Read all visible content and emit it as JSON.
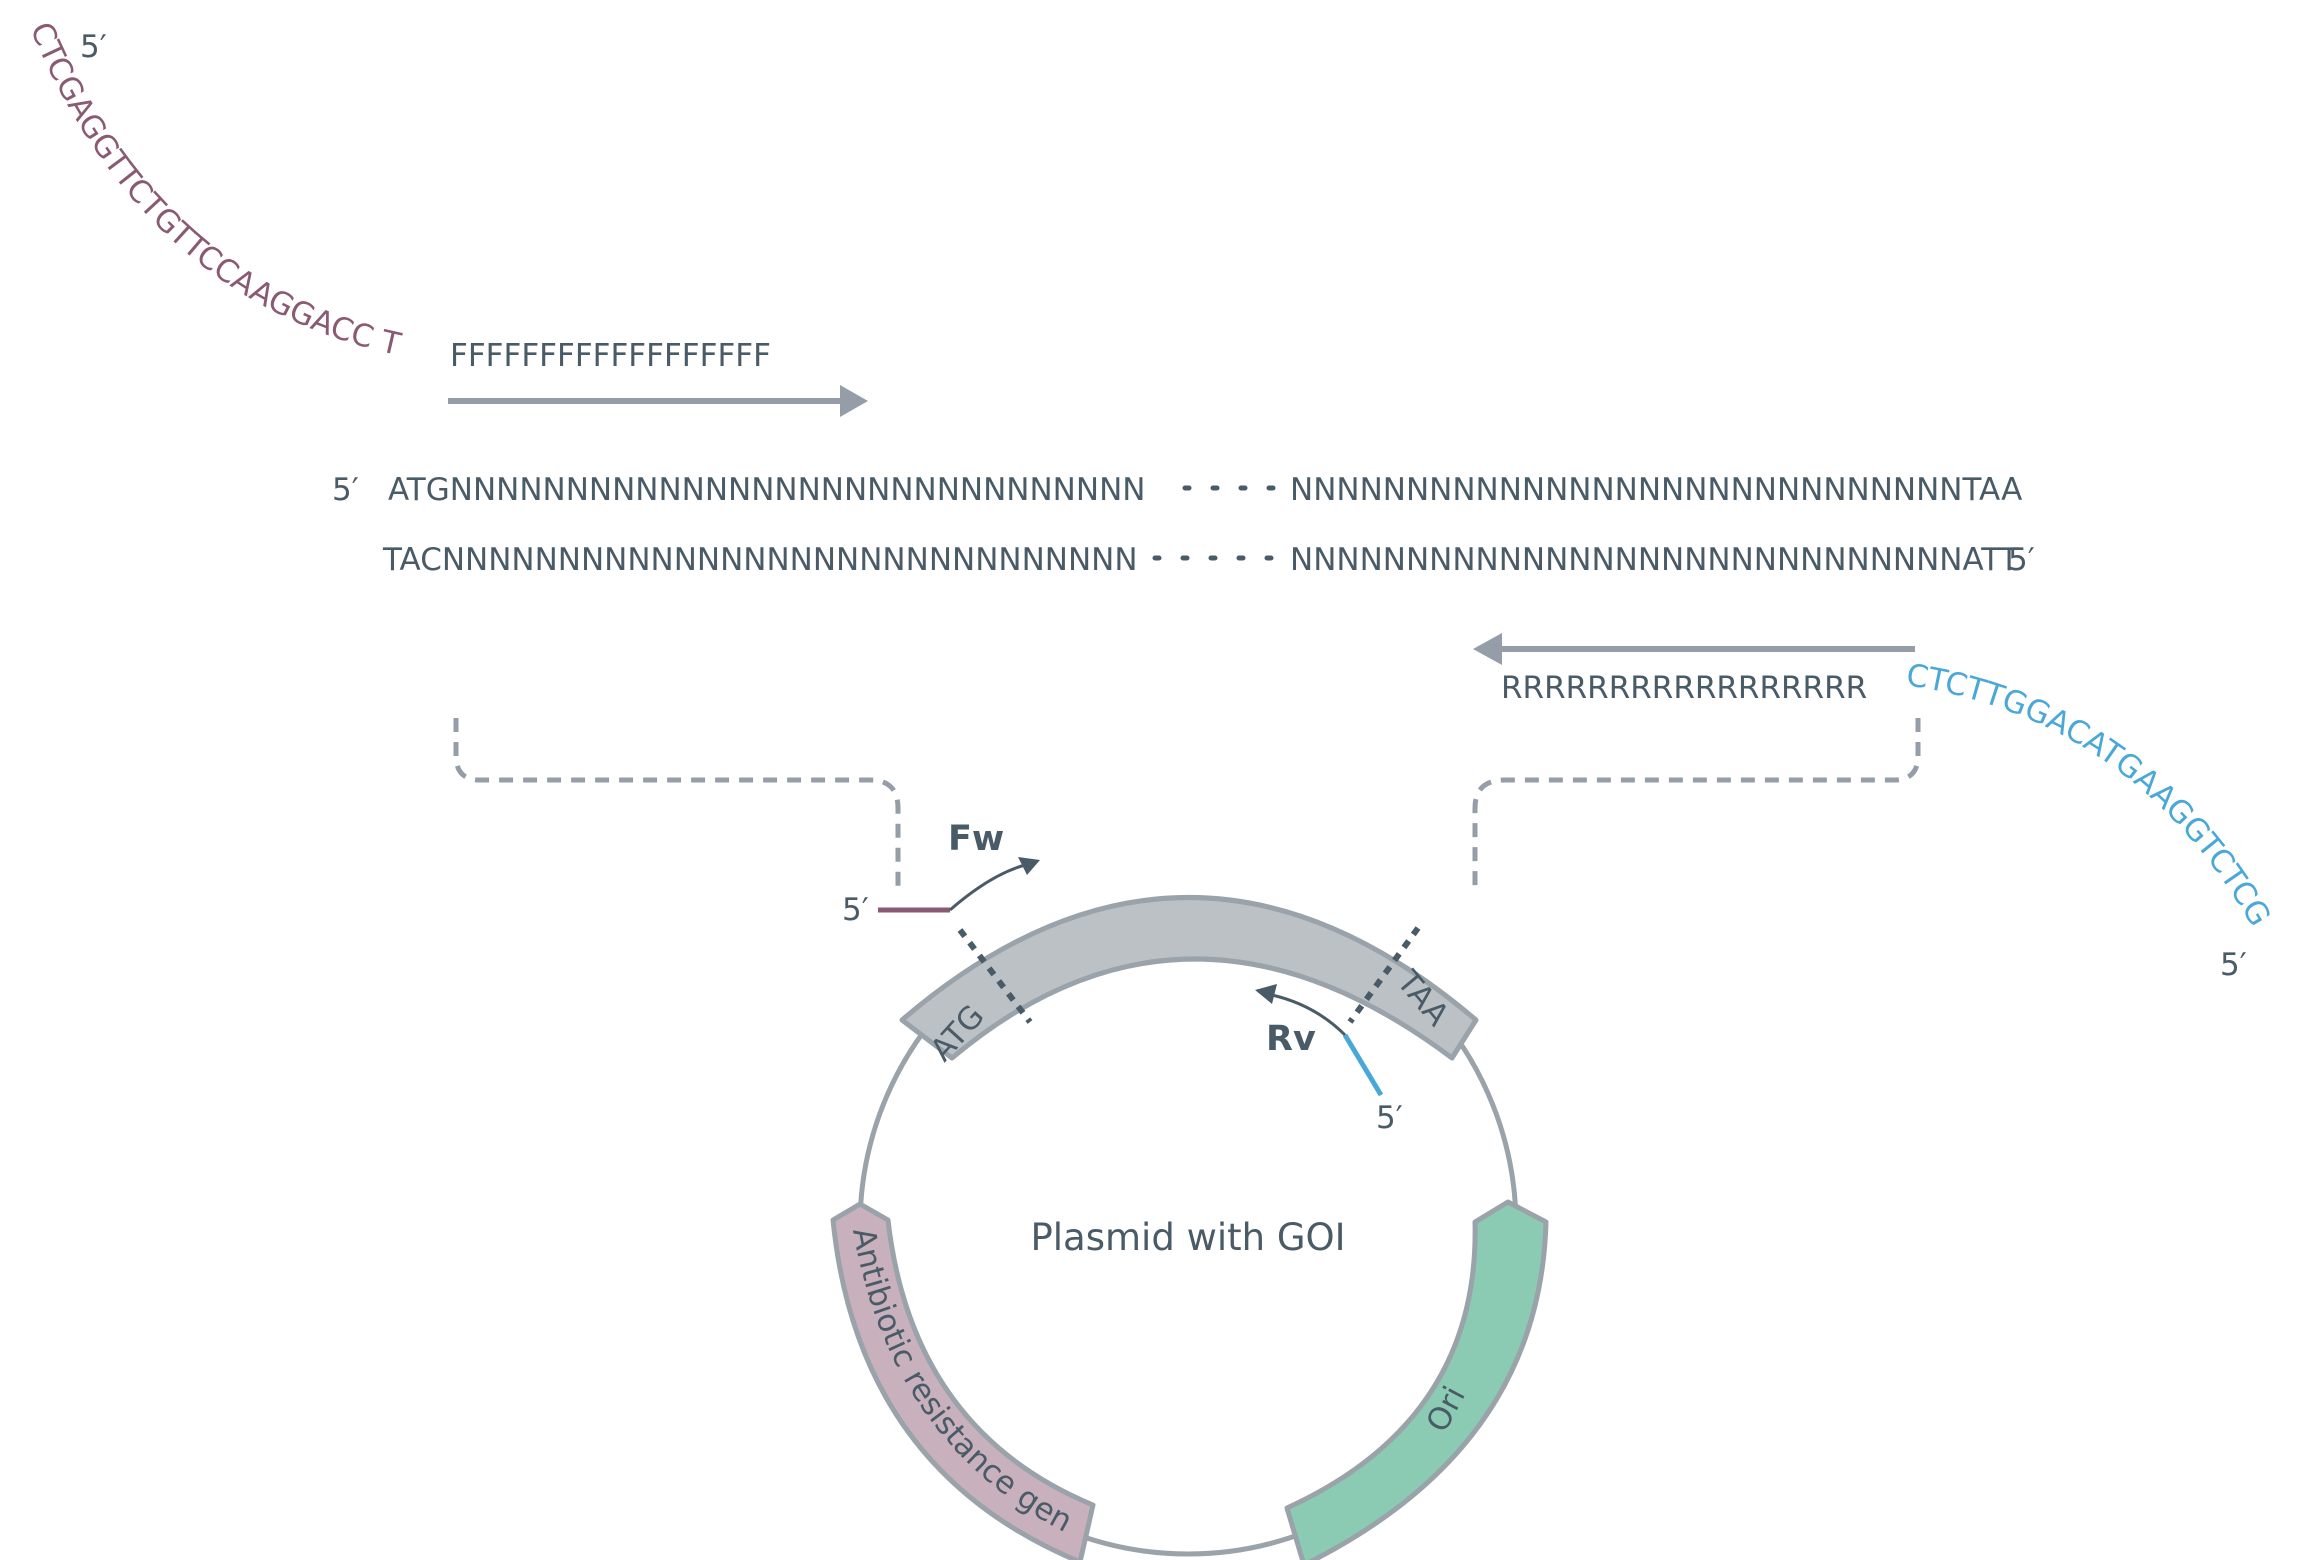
{
  "forward_primer": {
    "five_prime": "5′",
    "tail": "CTCGAGGTTCTGTTCCAAGGACC T",
    "binding": "FFFFFFFFFFFFFFFFFF"
  },
  "template": {
    "top_five_prime": "5′",
    "top_left": "ATGNNNNNNNNNNNNNNNNNNNNNNNNNNNNNN",
    "top_right": "NNNNNNNNNNNNNNNNNNNNNNNNNNNNNTAA",
    "bottom_left": "TACNNNNNNNNNNNNNNNNNNNNNNNNNNNNNN",
    "bottom_right": "NNNNNNNNNNNNNNNNNNNNNNNNNNNNNATT",
    "bottom_five_prime": "5′"
  },
  "reverse_primer": {
    "binding": "RRRRRRRRRRRRRRRRR",
    "tail": "CTCTTGGACATGAAGGTCTCG",
    "five_prime": "5′"
  },
  "plasmid": {
    "label": "Plasmid with GOI",
    "atg": "ATG",
    "taa": "TAA",
    "fw_label": "Fw",
    "rv_label": "Rv",
    "fw_five_prime": "5′",
    "rv_five_prime": "5′",
    "resistance_label": "Antibiotic resistance gene",
    "ori_label": "Ori"
  },
  "colors": {
    "text": "#4a5b68",
    "forward_tail": "#8a5a72",
    "reverse_tail": "#4aa8d8",
    "arrow": "#959ea8",
    "gene": "#bcc1c6",
    "resistance": "#c8b0bc",
    "ori": "#8ccbb3"
  }
}
